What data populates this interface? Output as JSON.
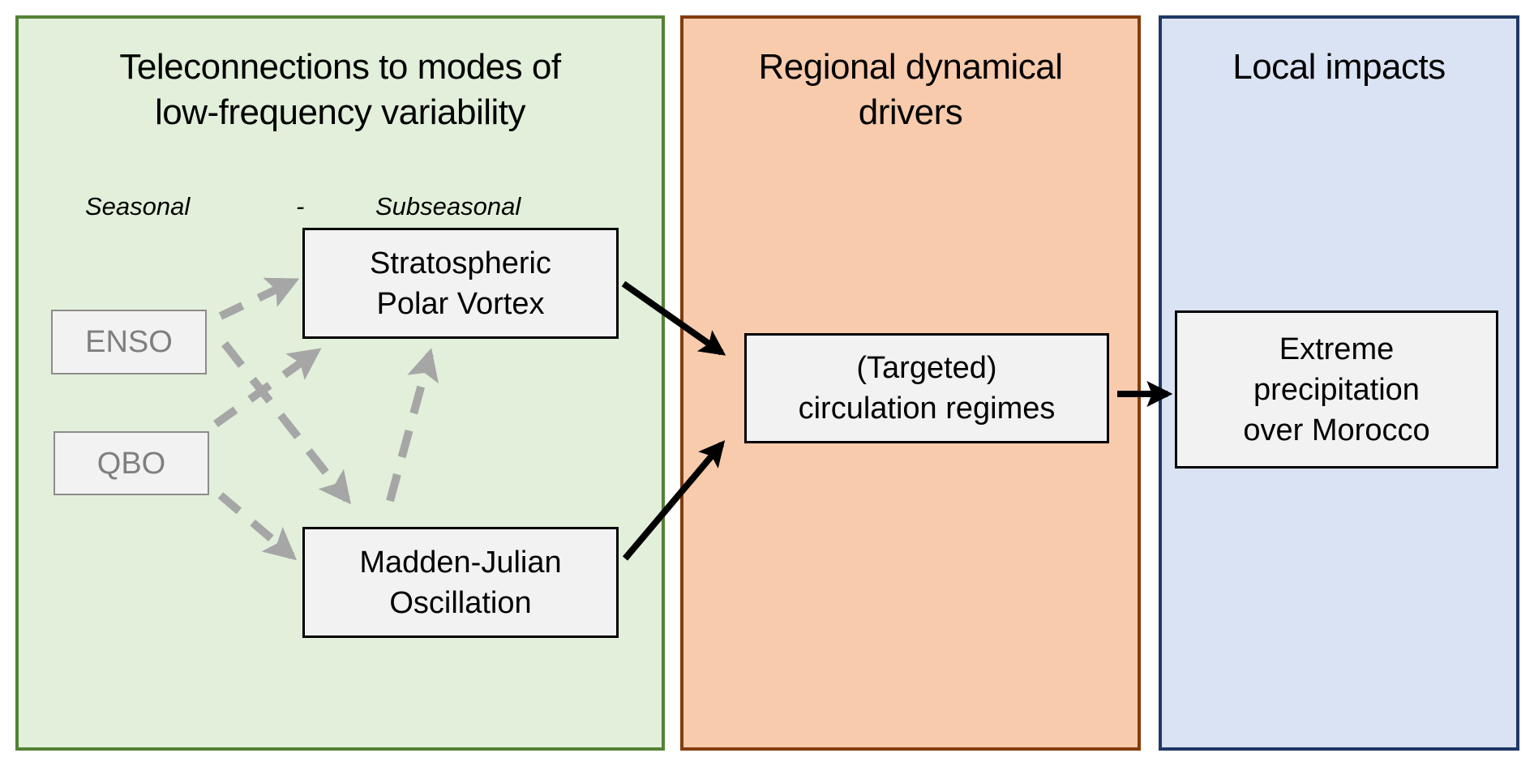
{
  "colors": {
    "green_fill": "#e2efda",
    "green_border": "#548235",
    "orange_fill": "#f8cbad",
    "orange_border": "#843c0c",
    "blue_fill": "#dae3f3",
    "blue_border": "#1f3864",
    "box_fill": "#f2f2f2",
    "dashed_arrow": "#a6a6a6",
    "solid_arrow": "#000000"
  },
  "panels": {
    "teleconnections": {
      "title_line1": "Teleconnections to modes of",
      "title_line2": "low-frequency variability",
      "timescale": {
        "left": "Seasonal",
        "separator": "-",
        "right": "Subseasonal"
      }
    },
    "regional": {
      "title_line1": "Regional dynamical",
      "title_line2": "drivers"
    },
    "local": {
      "title_line1": "Local impacts"
    }
  },
  "nodes": {
    "enso": {
      "label": "ENSO"
    },
    "qbo": {
      "label": "QBO"
    },
    "spv": {
      "line1": "Stratospheric",
      "line2": "Polar Vortex"
    },
    "mjo": {
      "line1": "Madden-Julian",
      "line2": "Oscillation"
    },
    "regimes": {
      "line1": "(Targeted)",
      "line2": "circulation regimes"
    },
    "extreme": {
      "line1": "Extreme",
      "line2": "precipitation",
      "line3": "over Morocco"
    }
  },
  "edges": [
    {
      "from": "enso",
      "to": "spv",
      "style": "dashed"
    },
    {
      "from": "enso",
      "to": "mjo",
      "style": "dashed"
    },
    {
      "from": "qbo",
      "to": "spv",
      "style": "dashed"
    },
    {
      "from": "qbo",
      "to": "mjo",
      "style": "dashed"
    },
    {
      "from": "mjo",
      "to": "spv",
      "style": "dashed"
    },
    {
      "from": "spv",
      "to": "regimes",
      "style": "solid"
    },
    {
      "from": "mjo",
      "to": "regimes",
      "style": "solid"
    },
    {
      "from": "regimes",
      "to": "extreme",
      "style": "solid"
    }
  ]
}
